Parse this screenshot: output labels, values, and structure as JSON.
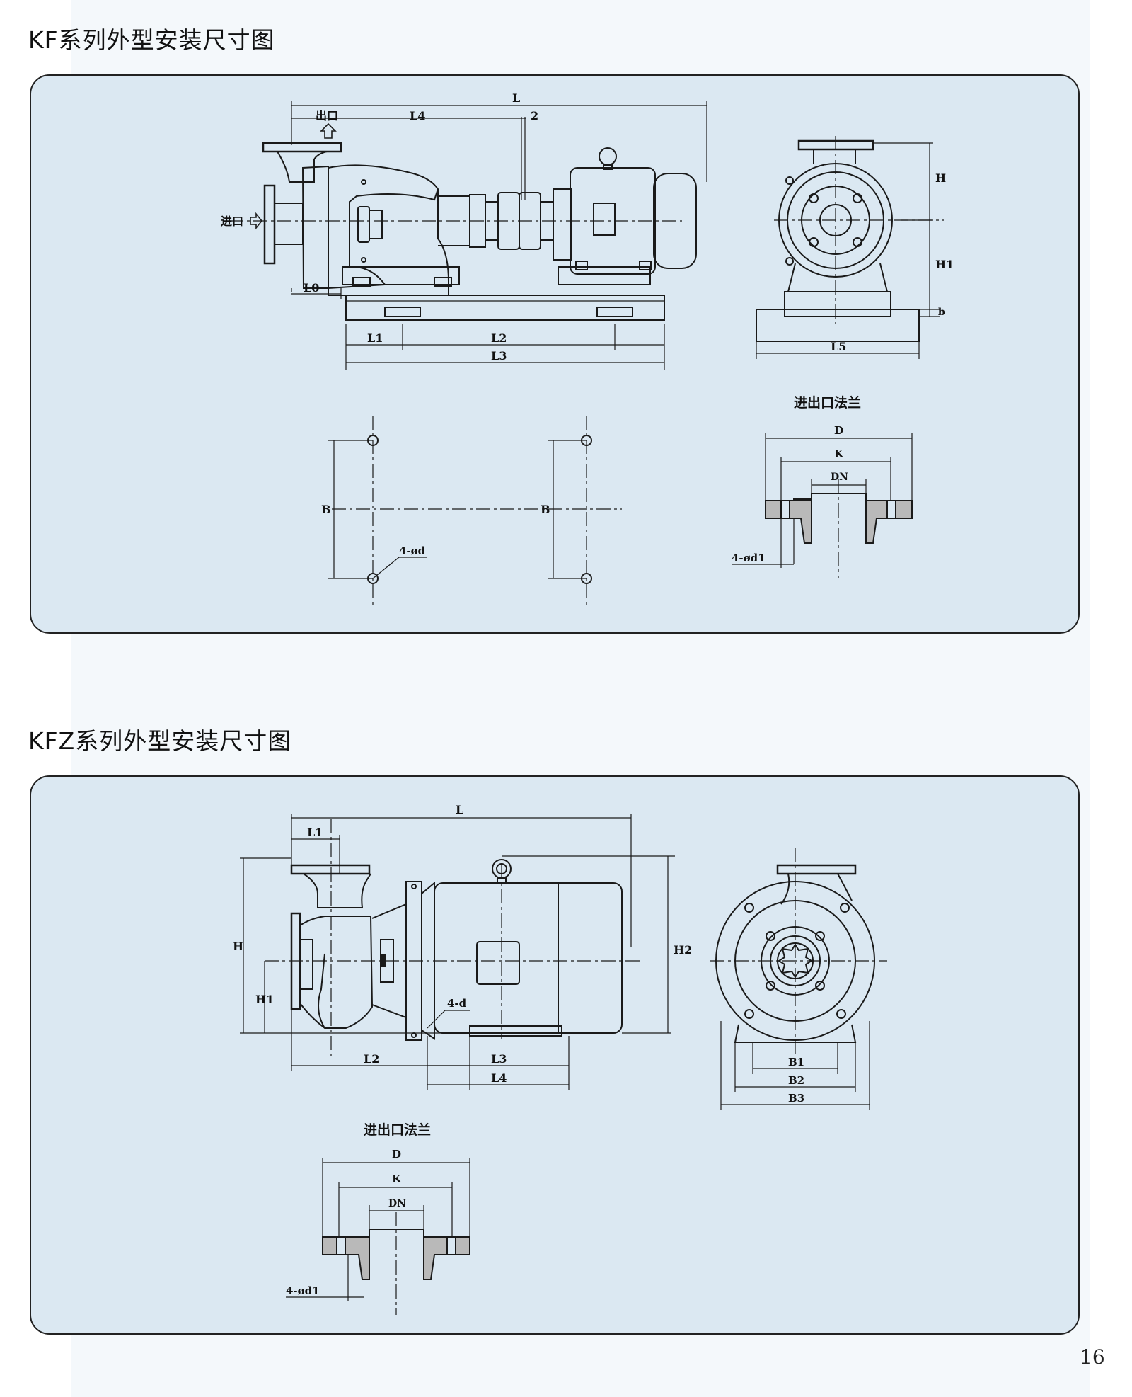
{
  "kf": {
    "title": "KF系列外型安装尺寸图",
    "labels": {
      "L": "L",
      "L4": "L4",
      "two": "2",
      "outlet": "出口",
      "inlet": "进口",
      "L0": "L0",
      "L1": "L1",
      "L2": "L2",
      "L3": "L3",
      "L5": "L5",
      "H": "H",
      "H1": "H1",
      "b": "b",
      "B": "B",
      "hole_d": "4-ød",
      "flange_title": "进出口法兰",
      "D": "D",
      "K": "K",
      "DN": "DN",
      "hole_d1": "4-ød1"
    }
  },
  "kfz": {
    "title": "KFZ系列外型安装尺寸图",
    "labels": {
      "L": "L",
      "L1": "L1",
      "H": "H",
      "H1": "H1",
      "H2": "H2",
      "hole_d": "4-d",
      "L2": "L2",
      "L3": "L3",
      "L4": "L4",
      "B1": "B1",
      "B2": "B2",
      "B3": "B3",
      "flange_title": "进出口法兰",
      "D": "D",
      "K": "K",
      "DN": "DN",
      "hole_d1": "4-ød1"
    }
  },
  "page_number": "16"
}
